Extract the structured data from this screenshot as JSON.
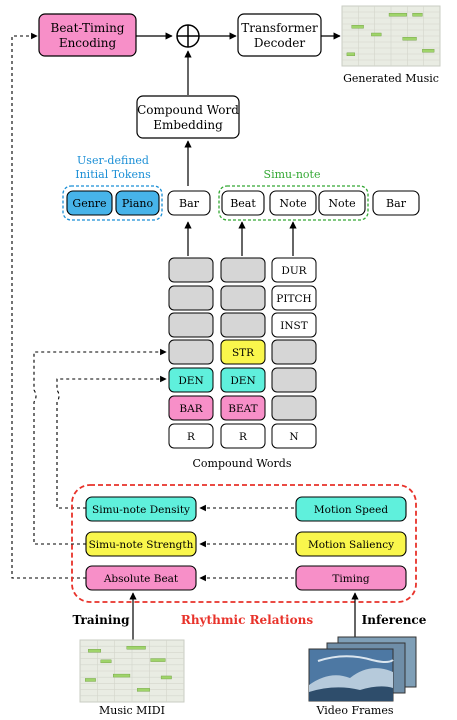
{
  "nodes": {
    "beat_timing_encoding": "Beat-Timing\nEncoding",
    "transformer_decoder": "Transformer\nDecoder",
    "compound_word_embedding": "Compound Word\nEmbedding",
    "plus_symbol": "⊕"
  },
  "captions": {
    "generated_music": "Generated Music",
    "user_defined_initial_tokens": "User-defined\nInitial Tokens",
    "simu_note_group": "Simu-note",
    "compound_words": "Compound Words",
    "rhythmic_relations": "Rhythmic Relations",
    "training": "Training",
    "inference": "Inference",
    "music_midi": "Music MIDI",
    "video_frames": "Video Frames"
  },
  "tokens": {
    "genre": "Genre",
    "piano": "Piano",
    "bar": "Bar",
    "beat": "Beat",
    "note_1": "Note",
    "note_2": "Note",
    "bar_end": "Bar"
  },
  "compound_columns": {
    "col1": [
      "",
      "",
      "",
      "",
      "DEN",
      "BAR",
      "R"
    ],
    "col2": [
      "",
      "",
      "",
      "STR",
      "DEN",
      "BEAT",
      "R"
    ],
    "col3": [
      "DUR",
      "PITCH",
      "INST",
      "",
      "",
      "",
      "N"
    ]
  },
  "rhythm_boxes": {
    "simu_note_density": "Simu-note Density",
    "simu_note_strength": "Simu-note Strength",
    "absolute_beat": "Absolute Beat",
    "motion_speed": "Motion Speed",
    "motion_saliency": "Motion Saliency",
    "timing": "Timing"
  },
  "colors": {
    "pink": "#f78fc8",
    "blue": "#47b4ea",
    "cyan": "#5ff0dc",
    "yellow": "#f9f64c",
    "grey": "#d6d6d6",
    "red_dash": "#e8322a",
    "blue_text": "#1b8fd6",
    "green_text": "#33a833"
  }
}
